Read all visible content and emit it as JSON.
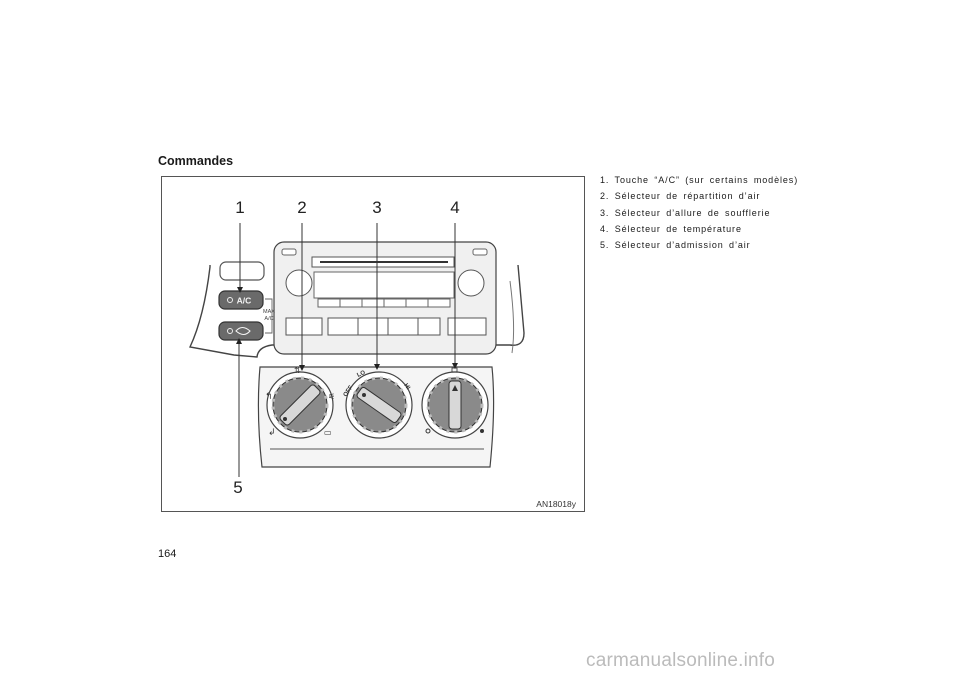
{
  "section_title": "Commandes",
  "figure": {
    "callouts": [
      "1",
      "2",
      "3",
      "4",
      "5"
    ],
    "ac_button_label": "A/C",
    "max_ac_label_line1": "MAX",
    "max_ac_label_line2": "A/C",
    "fan_labels": {
      "off": "OFF",
      "lo": "LO",
      "hi": "HI"
    },
    "figure_code": "AN18018y"
  },
  "legend": [
    "1. Touche “A/C” (sur certains modèles)",
    "2. Sélecteur de répartition d’air",
    "3. Sélecteur d’allure de soufflerie",
    "4. Sélecteur de température",
    "5. Sélecteur d’admission d’air"
  ],
  "page_number": "164",
  "watermark": "carmanualsonline.info"
}
